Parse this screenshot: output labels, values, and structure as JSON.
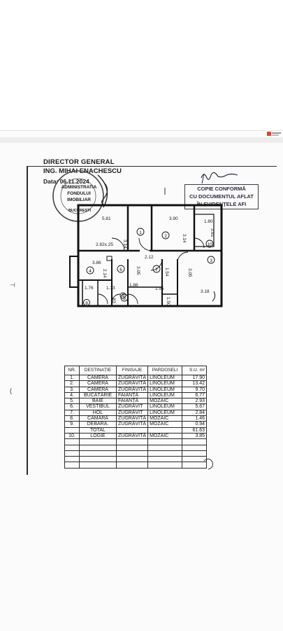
{
  "header": {
    "director": "DIRECTOR GENERAL",
    "name": "ING. MIHAI ENACHESCU",
    "date": "Data: 06.11.2024"
  },
  "stamp": {
    "line1": "ADMINISTRATIA",
    "line2": "FONDULUI",
    "line3": "IMOBILIAR",
    "bottom": "BUCUREȘTI"
  },
  "conformity": {
    "line1": "COPIE CONFORMĂ",
    "line2": "CU DOCUMENTUL AFLAT",
    "line3": "ÎN EVIDENȚELE AFI"
  },
  "floorplan": {
    "dimensions": [
      "5.81",
      "3.14",
      "3.90",
      "3.14",
      "1.80",
      "3.81",
      "2.82x.25",
      "2.12",
      "3.86",
      "3.05",
      "1.54",
      "3.05",
      "3.18",
      "2.14",
      "1.76",
      "1.13",
      "1.86",
      "1.95",
      "1.50",
      ".83"
    ],
    "rooms": [
      "1",
      "2",
      "3",
      "4",
      "5",
      "6",
      "7",
      "8",
      "9",
      "10"
    ]
  },
  "table": {
    "headers": [
      "NR.",
      "DESTINAȚIE",
      "FINISAJE",
      "PARDOSELI",
      "S.U. m²"
    ],
    "rows": [
      {
        "nr": "1.",
        "dest": "CAMERA",
        "fin": "ZUGRĂVITĂ",
        "par": "LINOLEUM",
        "su": "17.90"
      },
      {
        "nr": "2.",
        "dest": "CAMERA",
        "fin": "ZUGRĂVITĂ",
        "par": "LINOLEUM",
        "su": "13.42"
      },
      {
        "nr": "3.",
        "dest": "CAMERA",
        "fin": "ZUGRĂVITĂ",
        "par": "LINOLEUM",
        "su": "9.70"
      },
      {
        "nr": "4.",
        "dest": "BUCĂTĂRIE",
        "fin": "FAIANȚĂ",
        "par": "LINOLEUM",
        "su": "6.77"
      },
      {
        "nr": "5.",
        "dest": "BAIE",
        "fin": "FAIANȚĂ",
        "par": "MOZAIC",
        "su": "2.93"
      },
      {
        "nr": "6.",
        "dest": "VESTIBUL",
        "fin": "ZUGRĂVIT",
        "par": "LINOLEUM",
        "su": "5.67"
      },
      {
        "nr": "7.",
        "dest": "HOL",
        "fin": "ZUGRĂVIT",
        "par": "LINOLEUM",
        "su": "2.84"
      },
      {
        "nr": "8.",
        "dest": "CĂMARĂ",
        "fin": "ZUGRĂVITĂ",
        "par": "MOZAIC",
        "su": "1.46"
      },
      {
        "nr": "9.",
        "dest": "DEBARA.",
        "fin": "ZUGRĂVITĂ",
        "par": "MOZAIC",
        "su": "0.94"
      },
      {
        "nr": "",
        "dest": "TOTAL",
        "fin": "",
        "par": "",
        "su": "61.63"
      },
      {
        "nr": "10.",
        "dest": "LOGIE",
        "fin": "ZUGRĂVITĂ",
        "par": "MOZAIC",
        "su": "3.85"
      },
      {
        "nr": "",
        "dest": "",
        "fin": "",
        "par": "",
        "su": ""
      },
      {
        "nr": "",
        "dest": "",
        "fin": "",
        "par": "",
        "su": ""
      },
      {
        "nr": "",
        "dest": "",
        "fin": "",
        "par": "",
        "su": ""
      },
      {
        "nr": "",
        "dest": "",
        "fin": "",
        "par": "",
        "su": ""
      },
      {
        "nr": "",
        "dest": "",
        "fin": "",
        "par": "",
        "su": ""
      }
    ]
  },
  "colors": {
    "ink": "#1a1a1a",
    "stamp": "#3a3a48"
  }
}
